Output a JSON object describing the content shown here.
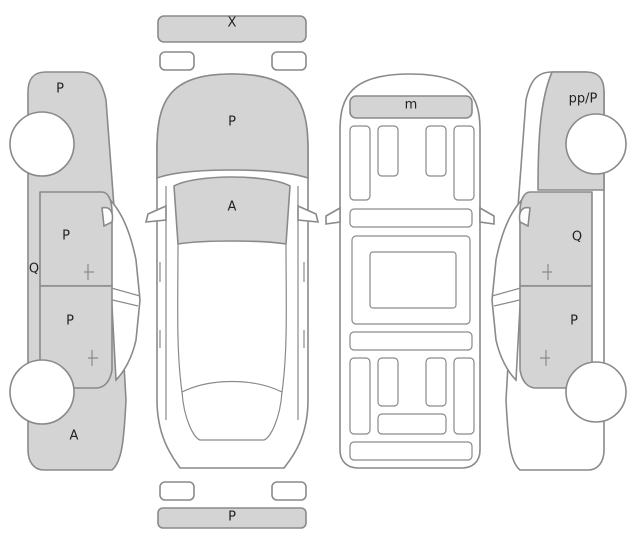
{
  "colors": {
    "damage_fill": "#d4d4d4",
    "outline": "#8a8a8a",
    "label": "#222222",
    "background": "#ffffff"
  },
  "labels": {
    "front_bumper": "X",
    "rear_bumper": "P",
    "hood": "P",
    "windshield": "A",
    "roof": "m",
    "left_front_fender": "P",
    "left_front_door": "P",
    "left_rear_door": "P",
    "left_side_panel": "Q",
    "left_quarter": "A",
    "right_front_fender": "pp/P",
    "right_front_door": "Q",
    "right_rear_door": "P"
  }
}
